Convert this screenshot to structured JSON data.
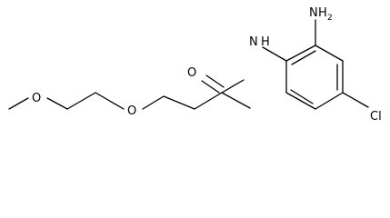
{
  "molecule": {
    "labels": {
      "carbonyl_oxygen": "O",
      "amide_n": "N",
      "amide_h": "H",
      "amino_n": "N",
      "amino_h": "H",
      "amino_sub": "2",
      "chlorine": "Cl",
      "ether_oxygen_1": "O",
      "ether_oxygen_2": "O"
    }
  }
}
